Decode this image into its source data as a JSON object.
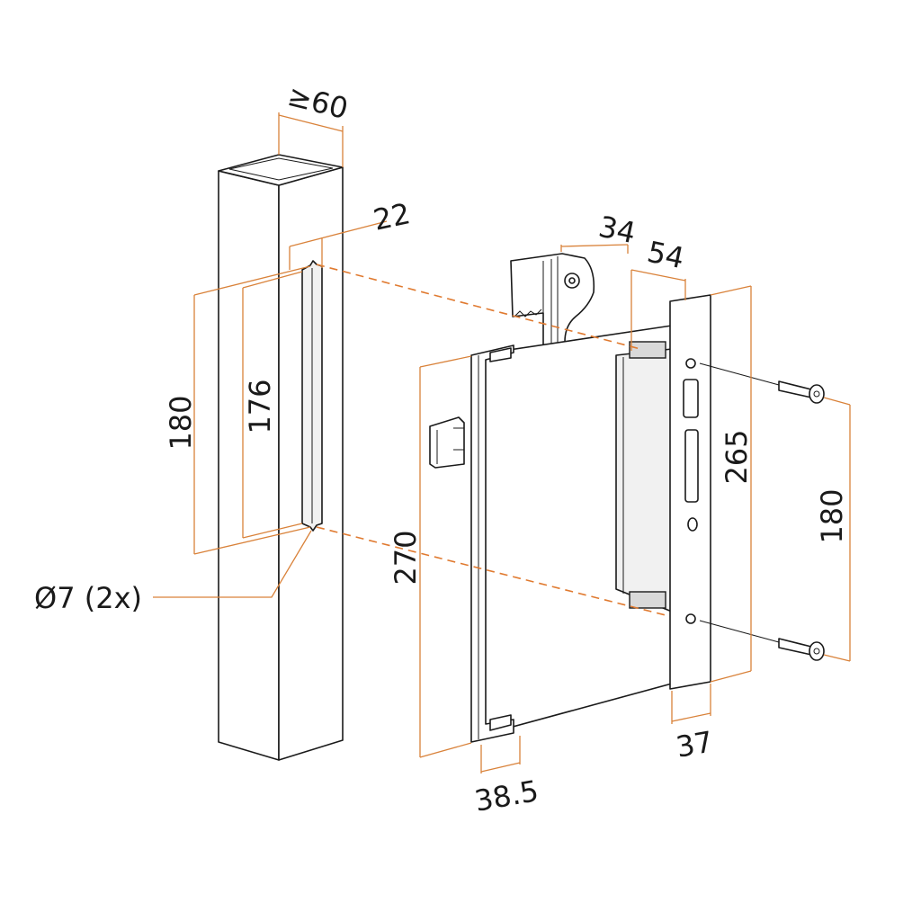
{
  "dimensions": {
    "post_width": "≥60",
    "slot_offset": "22",
    "post_hole_spacing": "180",
    "slot_length": "176",
    "hole_diameter": "Ø7 (2x)",
    "bracket_depth": "34",
    "lock_depth": "54",
    "faceplate_height": "265",
    "screw_spacing": "180",
    "housing_height": "270",
    "faceplate_width": "37",
    "housing_width": "38.5"
  }
}
